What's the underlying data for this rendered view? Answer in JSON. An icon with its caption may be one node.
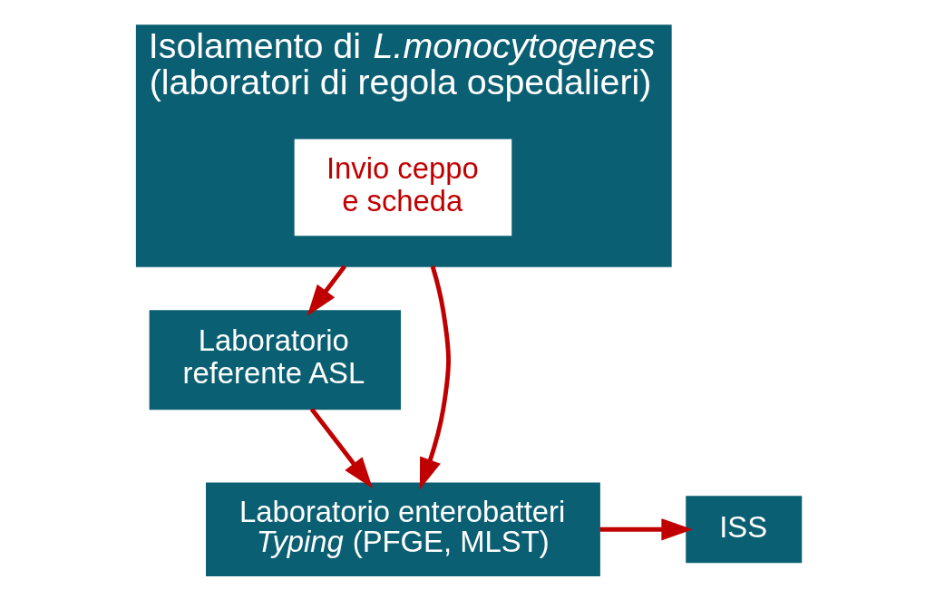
{
  "diagram": {
    "nodes": [
      {
        "text": [
          "Isolamento di *L.monocytogenes* (laboratori di regola ospedalieri)"
        ]
      },
      {
        "text": [
          "Invio ceppo e scheda"
        ],
        "in": 0
      },
      {
        "text": [
          "Laboratorio referente ASL"
        ]
      },
      {
        "text": [
          "Laboratorio enterobatteri *Typing* (PFGE, MLST)"
        ]
      },
      {
        "text": [
          "ISS"
        ]
      }
    ],
    "edges": [
      {
        "from": 0,
        "to": 2,
        "arrow": "to",
        "color": "#c00000"
      },
      {
        "from": 0,
        "to": 3,
        "arrow": "to",
        "color": "#c00000"
      },
      {
        "from": 2,
        "to": 3,
        "arrow": "to",
        "color": "#c00000"
      },
      {
        "from": 3,
        "to": 4,
        "arrow": "to",
        "color": "#c00000"
      }
    ]
  }
}
